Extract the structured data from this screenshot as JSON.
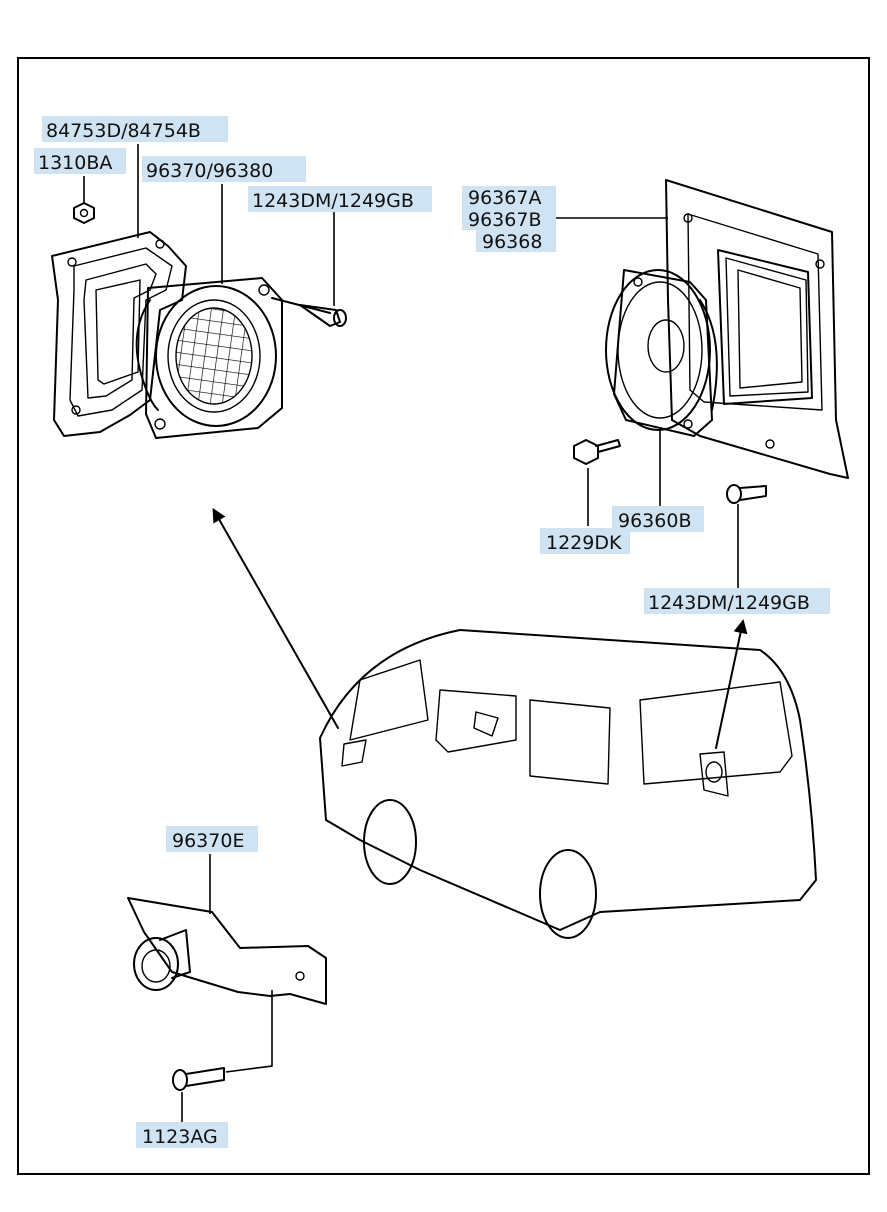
{
  "diagram": {
    "part_numbers": {
      "bracket_front": "84753D/84754B",
      "nut": "1310BA",
      "tweeter_front": "96370/96380",
      "screw_front": "1243DM/1249GB",
      "speaker_mount_plate_a": "96367A",
      "speaker_mount_plate_b": "96367B",
      "speaker_mount_plate_c": "96368",
      "bolt": "1229DK",
      "rear_speaker": "96360B",
      "screw_rear": "1243DM/1249GB",
      "tweeter_extra": "96370E",
      "tapping_screw": "1123AG"
    }
  }
}
